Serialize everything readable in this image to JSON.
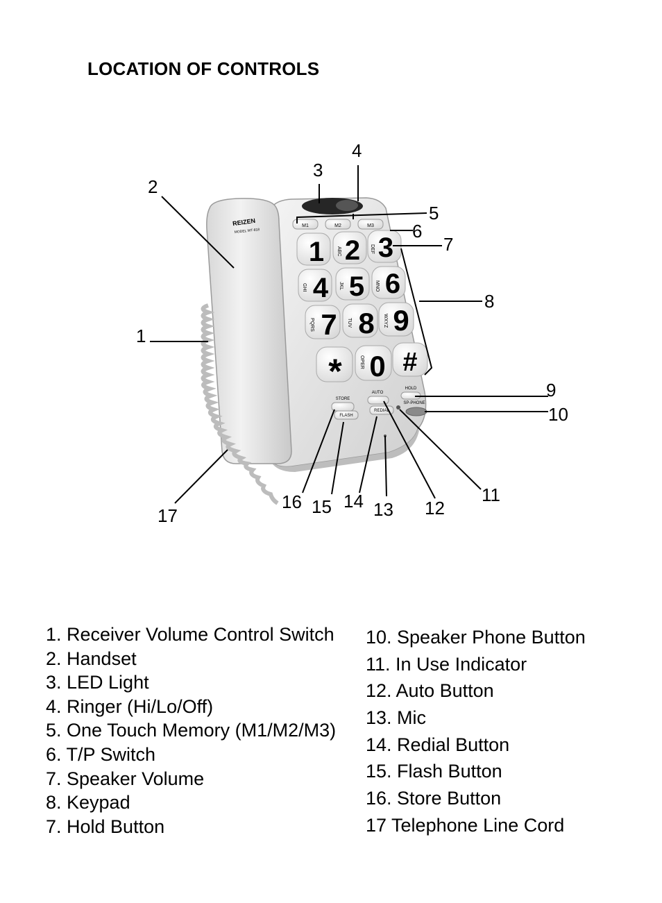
{
  "title": "LOCATION OF CONTROLS",
  "phone": {
    "brand": "REIZEN",
    "model": "MODEL WT-818",
    "memory_keys": [
      "M1",
      "M2",
      "M3"
    ],
    "keypad": [
      {
        "digit": "1",
        "letters": ""
      },
      {
        "digit": "2",
        "letters": "ABC"
      },
      {
        "digit": "3",
        "letters": "DEF"
      },
      {
        "digit": "4",
        "letters": "GHI"
      },
      {
        "digit": "5",
        "letters": "JKL"
      },
      {
        "digit": "6",
        "letters": "MNO"
      },
      {
        "digit": "7",
        "letters": "PQRS"
      },
      {
        "digit": "8",
        "letters": "TUV"
      },
      {
        "digit": "9",
        "letters": "WXYZ"
      },
      {
        "digit": "*",
        "letters": ""
      },
      {
        "digit": "0",
        "letters": "OPER"
      },
      {
        "digit": "#",
        "letters": ""
      }
    ],
    "function_keys": {
      "hold": "HOLD",
      "auto": "AUTO",
      "store": "STORE",
      "sp_phone": "SP-PHONE",
      "redial": "REDIAL",
      "flash": "FLASH"
    }
  },
  "callouts": [
    "1",
    "2",
    "3",
    "4",
    "5",
    "6",
    "7",
    "8",
    "9",
    "10",
    "11",
    "12",
    "13",
    "14",
    "15",
    "16",
    "17"
  ],
  "legend_left": [
    "1. Receiver Volume Control Switch",
    "2. Handset",
    "3. LED Light",
    "4. Ringer (Hi/Lo/Off)",
    "5. One Touch Memory (M1/M2/M3)",
    "6. T/P Switch",
    "7. Speaker Volume",
    "8. Keypad",
    "7. Hold Button"
  ],
  "legend_right": [
    "10. Speaker Phone Button",
    "11. In Use Indicator",
    "12. Auto Button",
    "13. Mic",
    "14. Redial Button",
    "15. Flash Button",
    "16. Store Button",
    "17 Telephone Line Cord"
  ]
}
